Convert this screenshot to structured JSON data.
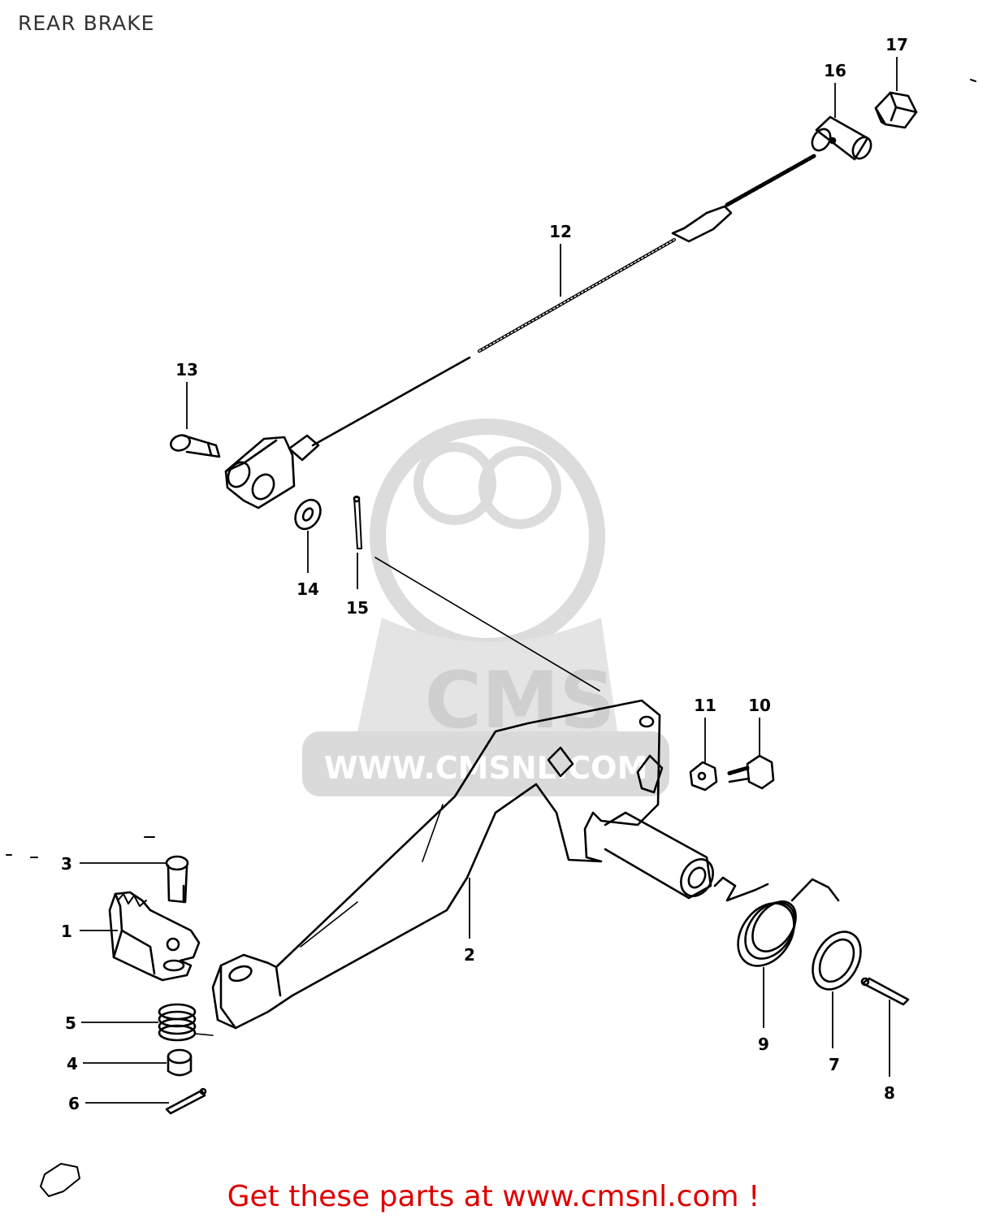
{
  "title": "REAR BRAKE",
  "footer": "Get these parts at www.cmsnl.com !",
  "watermark": {
    "brand": "CMS",
    "site": "WWW.CMSNL.COM",
    "color": "#d9d9d9"
  },
  "colors": {
    "line": "#000000",
    "footer": "#dd0000",
    "title": "#333333"
  },
  "callouts": [
    {
      "id": "1",
      "label": "1"
    },
    {
      "id": "2",
      "label": "2"
    },
    {
      "id": "3",
      "label": "3"
    },
    {
      "id": "4",
      "label": "4"
    },
    {
      "id": "5",
      "label": "5"
    },
    {
      "id": "6",
      "label": "6"
    },
    {
      "id": "7",
      "label": "7"
    },
    {
      "id": "8",
      "label": "8"
    },
    {
      "id": "9",
      "label": "9"
    },
    {
      "id": "10",
      "label": "10"
    },
    {
      "id": "11",
      "label": "11"
    },
    {
      "id": "12",
      "label": "12"
    },
    {
      "id": "13",
      "label": "13"
    },
    {
      "id": "14",
      "label": "14"
    },
    {
      "id": "15",
      "label": "15"
    },
    {
      "id": "16",
      "label": "16"
    },
    {
      "id": "17",
      "label": "17"
    }
  ]
}
